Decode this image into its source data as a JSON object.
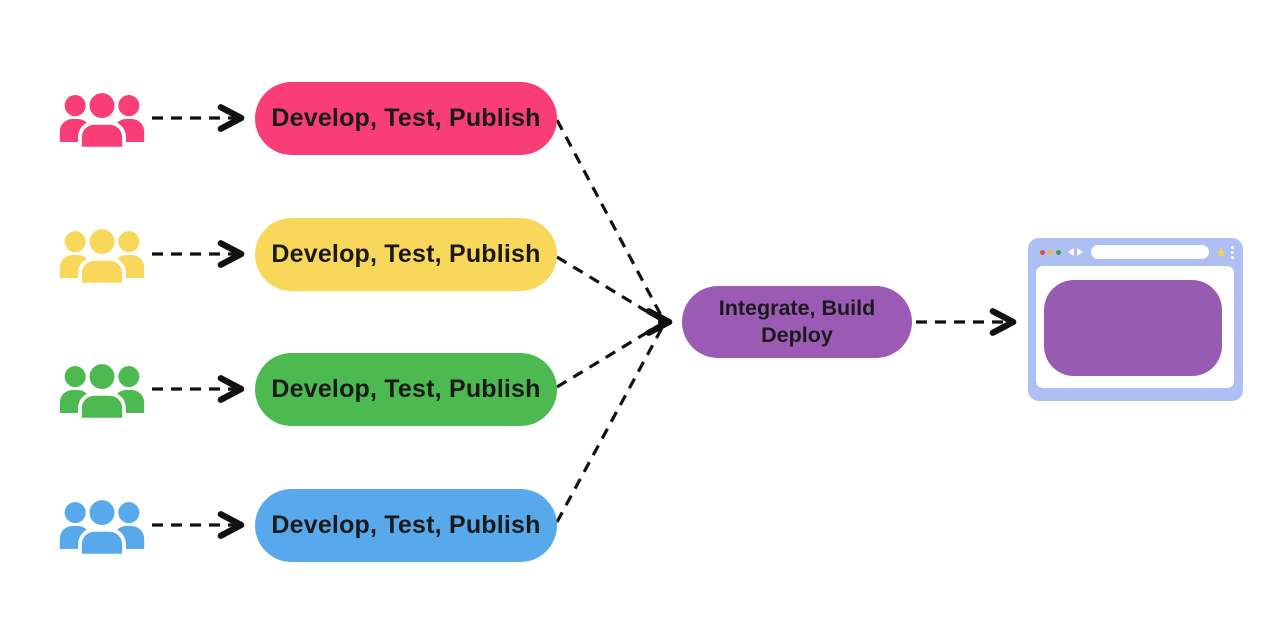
{
  "diagram": {
    "background": "#FFFFFF",
    "arrow_color": "#111111",
    "text_color": "#1A1A1A",
    "teams": [
      {
        "icon": "team-group-icon",
        "color": "#F83D77",
        "label": "Develop, Test, Publish"
      },
      {
        "icon": "team-group-icon",
        "color": "#F9D75B",
        "label": "Develop, Test, Publish"
      },
      {
        "icon": "team-group-icon",
        "color": "#4CBA50",
        "label": "Develop, Test, Publish"
      },
      {
        "icon": "team-group-icon",
        "color": "#57A9EB",
        "label": "Develop, Test, Publish"
      }
    ],
    "integration": {
      "color": "#9B5BB5",
      "label_line1": "Integrate, Build",
      "label_line2": "Deploy"
    },
    "browser": {
      "icon": "browser-window-icon",
      "frame_color": "#AEBFF3",
      "content_color": "#975BB2",
      "traffic_dot_colors": [
        "#E5484D",
        "#F0B93B",
        "#43A047"
      ],
      "star_color": "#F7D84B",
      "star_glyph": "★"
    }
  }
}
